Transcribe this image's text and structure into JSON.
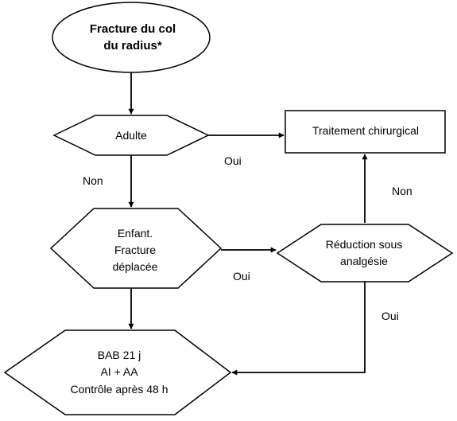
{
  "nodes": {
    "start": {
      "lines": [
        "Fracture du col",
        "du radius*"
      ]
    },
    "adulte": {
      "lines": [
        "Adulte"
      ]
    },
    "traitement": {
      "lines": [
        "Traitement chirurgical"
      ]
    },
    "enfant": {
      "lines": [
        "Enfant.",
        "Fracture",
        "déplacée"
      ]
    },
    "reduction": {
      "lines": [
        "Réduction sous",
        "analgésie"
      ]
    },
    "bab": {
      "lines": [
        "BAB 21 j",
        "AI + AA",
        "Contrôle après 48 h"
      ]
    }
  },
  "edge_labels": {
    "adulte_oui": "Oui",
    "adulte_non": "Non",
    "enfant_oui": "Oui",
    "reduction_non": "Non",
    "reduction_oui": "Oui"
  }
}
